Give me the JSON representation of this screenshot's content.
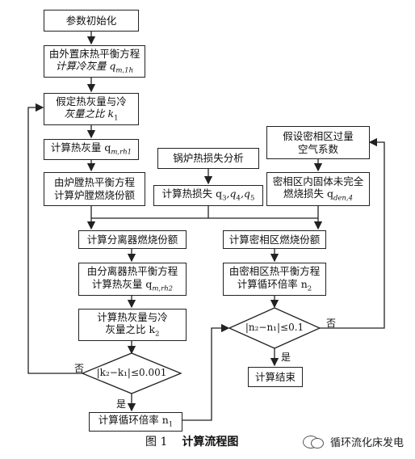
{
  "nodes": {
    "init": "参数初始化",
    "cold_ash_l1": "由外置床热平衡方程",
    "cold_ash_l2": "计算冷灰量 q",
    "cold_ash_sub": "m,1h",
    "assume_k1_l1": "假定热灰量与冷",
    "assume_k1_l2": "灰量之比 k",
    "assume_k1_sub": "1",
    "hot_ash_l1": "计算热灰量 q",
    "hot_ash_sub": "m,rh1",
    "furnace_l1": "由炉膛热平衡方程",
    "furnace_l2": "计算炉膛燃烧份额",
    "boiler_loss": "锅炉热损失分析",
    "heat_loss_l1": "计算热损失 q",
    "heat_loss_s3": "3",
    "heat_loss_s4": "4",
    "heat_loss_s5": "5",
    "assume_air_l1": "假设密相区过量",
    "assume_air_l2": "空气系数",
    "dense_loss_l1": "密相区内固体未完全",
    "dense_loss_l2": "燃烧损失 q",
    "dense_loss_sub": "den,4",
    "sep_share": "计算分离器燃烧份额",
    "dense_share": "计算密相区燃烧份额",
    "sep_balance_l1": "由分离器热平衡方程",
    "sep_balance_l2": "计算热灰量 q",
    "sep_balance_sub": "m,rh2",
    "calc_k2_l1": "计算热灰量与冷",
    "calc_k2_l2": "灰量之比 k",
    "calc_k2_sub": "2",
    "dense_balance_l1": "由密相区热平衡方程",
    "dense_balance_l2": "计算循环倍率 n",
    "dense_balance_sub": "2",
    "calc_n1_l1": "计算循环倍率 n",
    "calc_n1_sub": "1",
    "end": "计算结束"
  },
  "decisions": {
    "k_check": "|k₂−k₁|≤0.001",
    "n_check": "|n₂−n₁|≤0.1"
  },
  "labels": {
    "yes": "是",
    "no": "否"
  },
  "caption": {
    "number": "图 1",
    "title": "计算流程图"
  },
  "watermark": {
    "text": "循环流化床发电"
  }
}
